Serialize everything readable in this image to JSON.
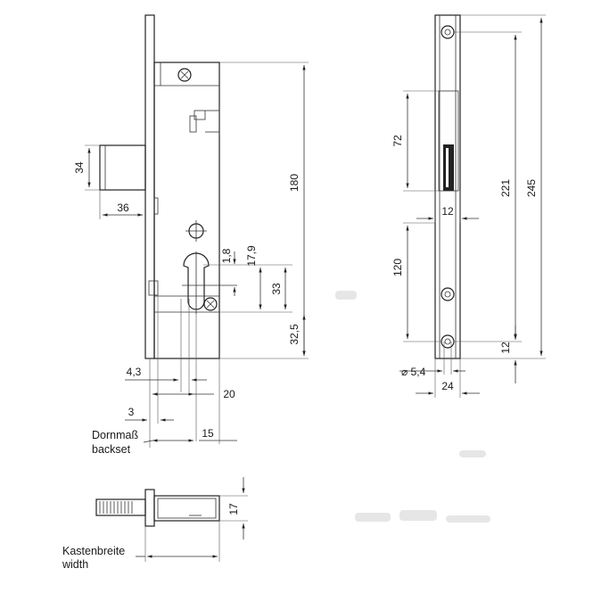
{
  "front_view": {
    "dim_34": "34",
    "dim_36": "36",
    "dim_180": "180",
    "dim_1_8": "1,8",
    "dim_17_9": "17,9",
    "dim_33": "33",
    "dim_32_5": "32,5",
    "dim_4_3": "4,3",
    "dim_20": "20",
    "dim_3": "3",
    "dim_15": "15"
  },
  "side_view": {
    "dim_72": "72",
    "dim_12_slot": "12",
    "dim_120": "120",
    "dim_221": "221",
    "dim_245": "245",
    "dim_12_bottom": "12",
    "dim_hole": "⌀ 5,4",
    "dim_24": "24"
  },
  "bottom_view": {
    "dim_17": "17"
  },
  "labels": {
    "backset_de": "Dornmaß",
    "backset_en": "backset",
    "case_width_de": "Kastenbreite",
    "case_width_en": "width"
  }
}
